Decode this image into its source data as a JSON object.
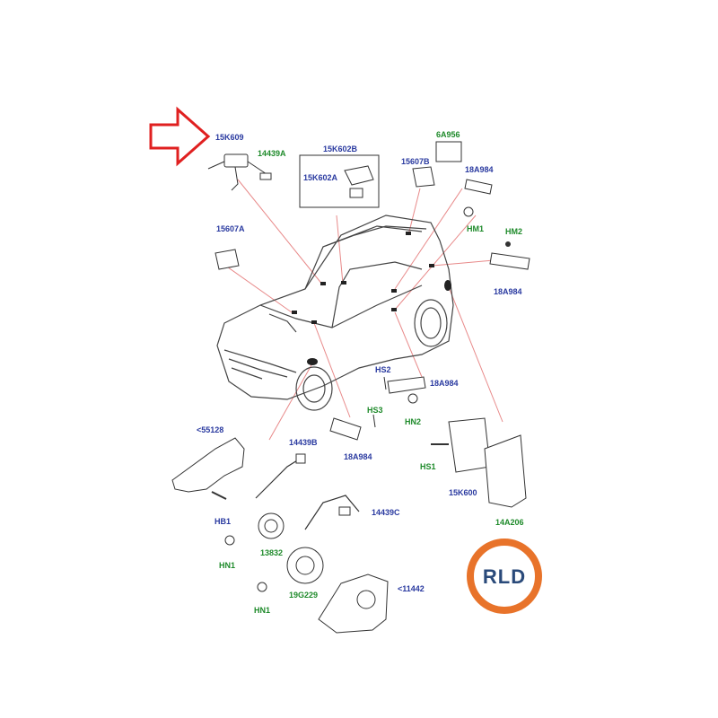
{
  "arrow_color": "#e02020",
  "leader_color": "#e88a8a",
  "label_blue": "#2a3aa0",
  "label_green": "#1e8a2a",
  "labels": {
    "l15K609": "15K609",
    "l14439A": "14439A",
    "l15K602B": "15K602B",
    "l15K602A": "15K602A",
    "l6A956": "6A956",
    "l15607B": "15607B",
    "l18A984_top": "18A984",
    "lHM1": "HM1",
    "lHM2": "HM2",
    "l18A984_right": "18A984",
    "l15607A": "15607A",
    "lHS2": "HS2",
    "l18A984_mid": "18A984",
    "lHN2": "HN2",
    "lHS3": "HS3",
    "l18A984_low": "18A984",
    "l55128": "<55128",
    "l14439B": "14439B",
    "lHB1": "HB1",
    "lHN1_a": "HN1",
    "l13832": "13832",
    "l14439C": "14439C",
    "l19G229": "19G229",
    "lHN1_b": "HN1",
    "l11442": "<11442",
    "lHS1": "HS1",
    "l15K600": "15K600",
    "l14A206": "14A206"
  },
  "logo": {
    "text": "RLD",
    "ring_color": "#e8732a"
  }
}
